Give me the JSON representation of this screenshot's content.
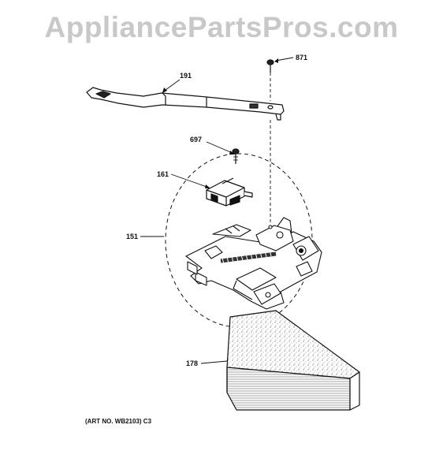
{
  "watermark": "AppliancePartsPros.com",
  "callouts": {
    "p871": "871",
    "p191": "191",
    "p697": "697",
    "p161": "161",
    "p151": "151",
    "p178": "178"
  },
  "footer": {
    "art_no": "(ART NO. WB2103) C3"
  }
}
